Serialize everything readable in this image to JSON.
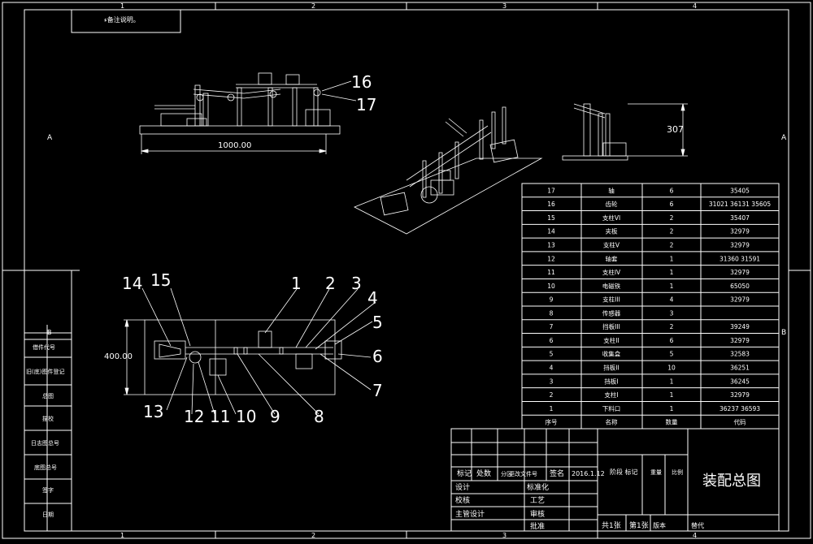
{
  "border": {
    "top_numbers": [
      "1",
      "2",
      "3",
      "4"
    ],
    "bottom_numbers": [
      "1",
      "2",
      "3",
      "4"
    ],
    "side_letters": [
      "A",
      "B"
    ]
  },
  "corner_note": "ء备注说明。",
  "left_strip": {
    "letter": "B",
    "labels": [
      "借件代号",
      "旧(底)图件登记",
      "总图",
      "描校",
      "日志图总号",
      "底图总号",
      "签字",
      "日期"
    ]
  },
  "dimensions": {
    "top_width": "1000.00",
    "left_height": "400.00",
    "side_height": "307"
  },
  "callouts": [
    "1",
    "2",
    "3",
    "4",
    "5",
    "6",
    "7",
    "8",
    "9",
    "10",
    "11",
    "12",
    "13",
    "14",
    "15",
    "16",
    "17"
  ],
  "parts_table": {
    "header": {
      "no": "序号",
      "name": "名称",
      "qty": "数量",
      "code": "代码"
    },
    "rows": [
      {
        "no": "17",
        "name": "轴",
        "qty": "6",
        "code": "35405"
      },
      {
        "no": "16",
        "name": "齿轮",
        "qty": "6",
        "code": "31021  36131  35605"
      },
      {
        "no": "15",
        "name": "支柱VI",
        "qty": "2",
        "code": "35407"
      },
      {
        "no": "14",
        "name": "夹板",
        "qty": "2",
        "code": "32979"
      },
      {
        "no": "13",
        "name": "支柱V",
        "qty": "2",
        "code": "32979"
      },
      {
        "no": "12",
        "name": "轴套",
        "qty": "1",
        "code": "31360  31591"
      },
      {
        "no": "11",
        "name": "支柱IV",
        "qty": "1",
        "code": "32979"
      },
      {
        "no": "10",
        "name": "电磁铁",
        "qty": "1",
        "code": "65050"
      },
      {
        "no": "9",
        "name": "支柱III",
        "qty": "4",
        "code": "32979"
      },
      {
        "no": "8",
        "name": "传感器",
        "qty": "3",
        "code": ""
      },
      {
        "no": "7",
        "name": "挡板III",
        "qty": "2",
        "code": "39249"
      },
      {
        "no": "6",
        "name": "支柱II",
        "qty": "6",
        "code": "32979"
      },
      {
        "no": "5",
        "name": "收集盒",
        "qty": "5",
        "code": "32583"
      },
      {
        "no": "4",
        "name": "挡板II",
        "qty": "10",
        "code": "36251"
      },
      {
        "no": "3",
        "name": "挡板I",
        "qty": "1",
        "code": "36245"
      },
      {
        "no": "2",
        "name": "支柱I",
        "qty": "1",
        "code": "32979"
      },
      {
        "no": "1",
        "name": "下料口",
        "qty": "1",
        "code": "36237  36593"
      }
    ]
  },
  "title_block": {
    "row_labels": [
      "标记",
      "处数",
      "分区",
      "更改文件号",
      "签名",
      "2016.1.12",
      "阶段 标记",
      "重量",
      "比例"
    ],
    "design": "设计",
    "standardization": "标准化",
    "check": "校核",
    "process": "工艺",
    "chief_designer": "主管设计",
    "review": "审核",
    "approve": "批准",
    "sheets": "共1张",
    "sheet_no": "第1张",
    "version": "版本",
    "replace": "替代",
    "title": "装配总图"
  }
}
